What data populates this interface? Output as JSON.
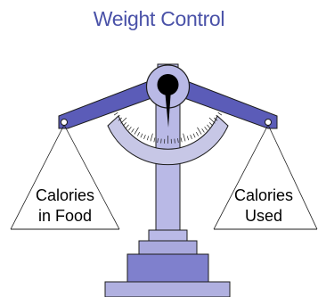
{
  "title": "Weight Control",
  "left_pan": {
    "line1": "Calories",
    "line2": "in Food"
  },
  "right_pan": {
    "line1": "Calories",
    "line2": "Used"
  },
  "colors": {
    "title": "#4a52a8",
    "beam": "#5b5cb8",
    "post": "#b9b9e6",
    "base_top": "#a9a9dd",
    "base_mid": "#7f80cd",
    "base_bottom": "#b0b0e0",
    "outline": "#1c1c1c",
    "dial": "#c7c7e6"
  }
}
